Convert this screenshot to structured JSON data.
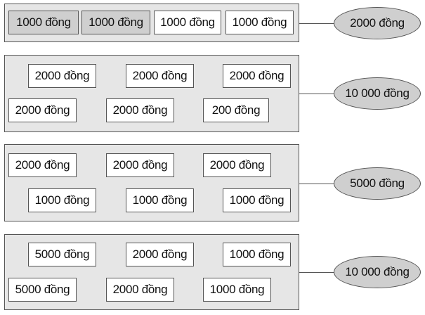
{
  "groups": [
    {
      "notes": [
        "1000 đồng",
        "1000 đồng",
        "1000 đồng",
        "1000 đồng"
      ],
      "shaded": [
        true,
        true,
        false,
        false
      ],
      "target": "2000 đồng"
    },
    {
      "notes": [
        "2000 đồng",
        "2000 đồng",
        "2000 đồng",
        "2000 đồng",
        "2000 đồng",
        "200 đồng"
      ],
      "target": "10 000 đồng"
    },
    {
      "notes": [
        "2000 đồng",
        "2000 đồng",
        "2000 đồng",
        "1000 đồng",
        "1000 đồng",
        "1000 đồng"
      ],
      "target": "5000 đồng"
    },
    {
      "notes": [
        "5000 đồng",
        "2000 đồng",
        "1000 đồng",
        "5000 đồng",
        "2000 đồng",
        "1000 đồng"
      ],
      "target": "10 000 đồng"
    }
  ],
  "colors": {
    "panel": "#e6e6e6",
    "shaded_note": "#cfcfcf",
    "note": "#ffffff",
    "border": "#555555"
  }
}
